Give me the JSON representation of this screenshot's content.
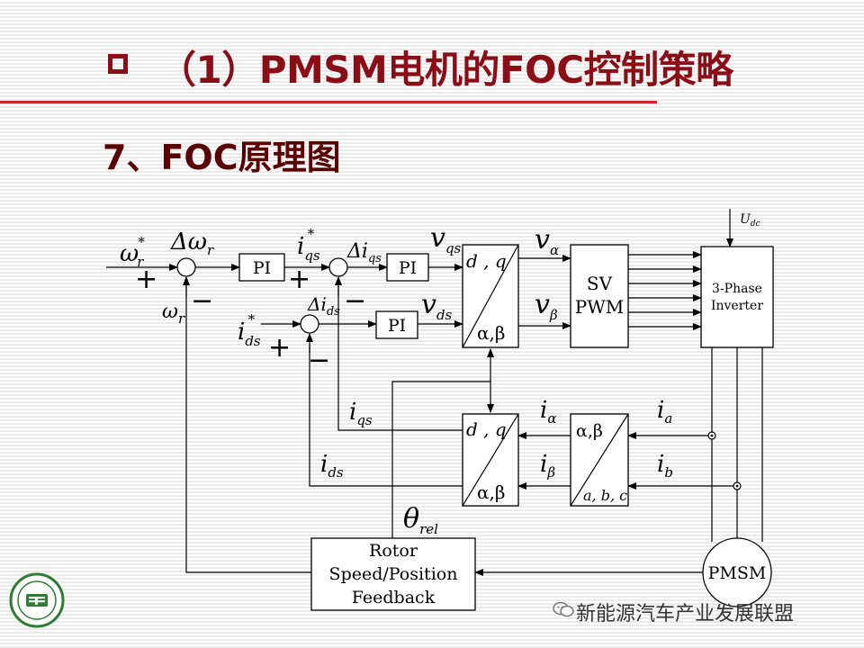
{
  "slide": {
    "title": "（1）PMSM电机的FOC控制策略",
    "subtitle": "7、FOC原理图"
  },
  "blocks": {
    "pi_speed": "PI",
    "pi_q": "PI",
    "pi_d": "PI",
    "park_inv_top": "d , q",
    "park_inv_bottom": "α,β",
    "svpwm_line1": "SV",
    "svpwm_line2": "PWM",
    "inverter_line1": "3-Phase",
    "inverter_line2": "Inverter",
    "park_top": "d , q",
    "park_bottom": "α,β",
    "clarke_top": "α,β",
    "clarke_bottom": "a, b, c",
    "feedback_line1": "Rotor",
    "feedback_line2": "Speed/Position",
    "feedback_line3": "Feedback",
    "motor": "PMSM"
  },
  "signals": {
    "omega_ref": "ω",
    "omega_ref_sub": "r",
    "omega_ref_sup": "*",
    "delta_omega": "Δω",
    "delta_omega_sub": "r",
    "omega_fb": "ω",
    "omega_fb_sub": "r",
    "iqs_ref": "i",
    "iqs_ref_sub": "qs",
    "iqs_ref_sup": "*",
    "delta_iqs": "Δi",
    "delta_iqs_sub": "qs",
    "ids_ref": "i",
    "ids_ref_sub": "ds",
    "ids_ref_sup": "*",
    "delta_ids": "Δi",
    "delta_ids_sub": "ds",
    "vqs": "v",
    "vqs_sub": "qs",
    "vds": "v",
    "vds_sub": "ds",
    "valpha": "v",
    "valpha_sub": "α",
    "vbeta": "v",
    "vbeta_sub": "β",
    "udc": "U",
    "udc_sub": "dc",
    "iqs_fb": "i",
    "iqs_fb_sub": "qs",
    "ids_fb": "i",
    "ids_fb_sub": "ds",
    "ialpha": "i",
    "ialpha_sub": "α",
    "ibeta": "i",
    "ibeta_sub": "β",
    "ia": "i",
    "ia_sub": "a",
    "ib": "i",
    "ib_sub": "b",
    "theta": "θ",
    "theta_sub": "rel",
    "plus": "+",
    "minus": "−"
  },
  "watermark": "新能源汽车产业发展联盟",
  "colors": {
    "title": "#8b0d16",
    "rule": "#c9282f",
    "subtitle": "#5a0000",
    "logo": "#2e7d32"
  }
}
